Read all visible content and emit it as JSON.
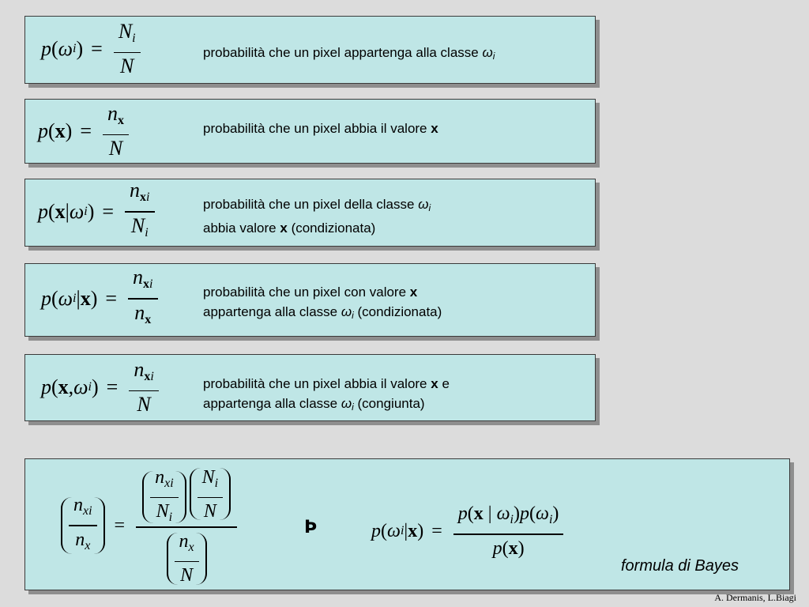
{
  "rows": [
    {
      "desc1": "probabilità che un pixel appartenga alla classe",
      "omega": "ω",
      "sub": "i"
    },
    {
      "desc1": "probabilità che un pixel abbia il valore",
      "bold": "x"
    },
    {
      "desc1": "probabilità che un pixel della classe",
      "omega": "ω",
      "sub": "i",
      "desc2": "abbia valore",
      "bold": "x",
      "tail": "(condizionata)"
    },
    {
      "desc1": "probabilità che un pixel con valore",
      "bold": "x",
      "desc2": "appartenga alla classe",
      "omega": "ω",
      "sub": "i",
      "tail": "(condizionata)"
    },
    {
      "desc1": "probabilità che un pixel abbia il valore",
      "bold": "x",
      "e": "e",
      "desc2": "appartenga alla classe",
      "omega": "ω",
      "sub": "i",
      "tail": "(congiunta)"
    }
  ],
  "bayes": {
    "arrow_symbol": "Þ",
    "label": "formula di Bayes"
  },
  "credit": "A. Dermanis, L.Biagi"
}
